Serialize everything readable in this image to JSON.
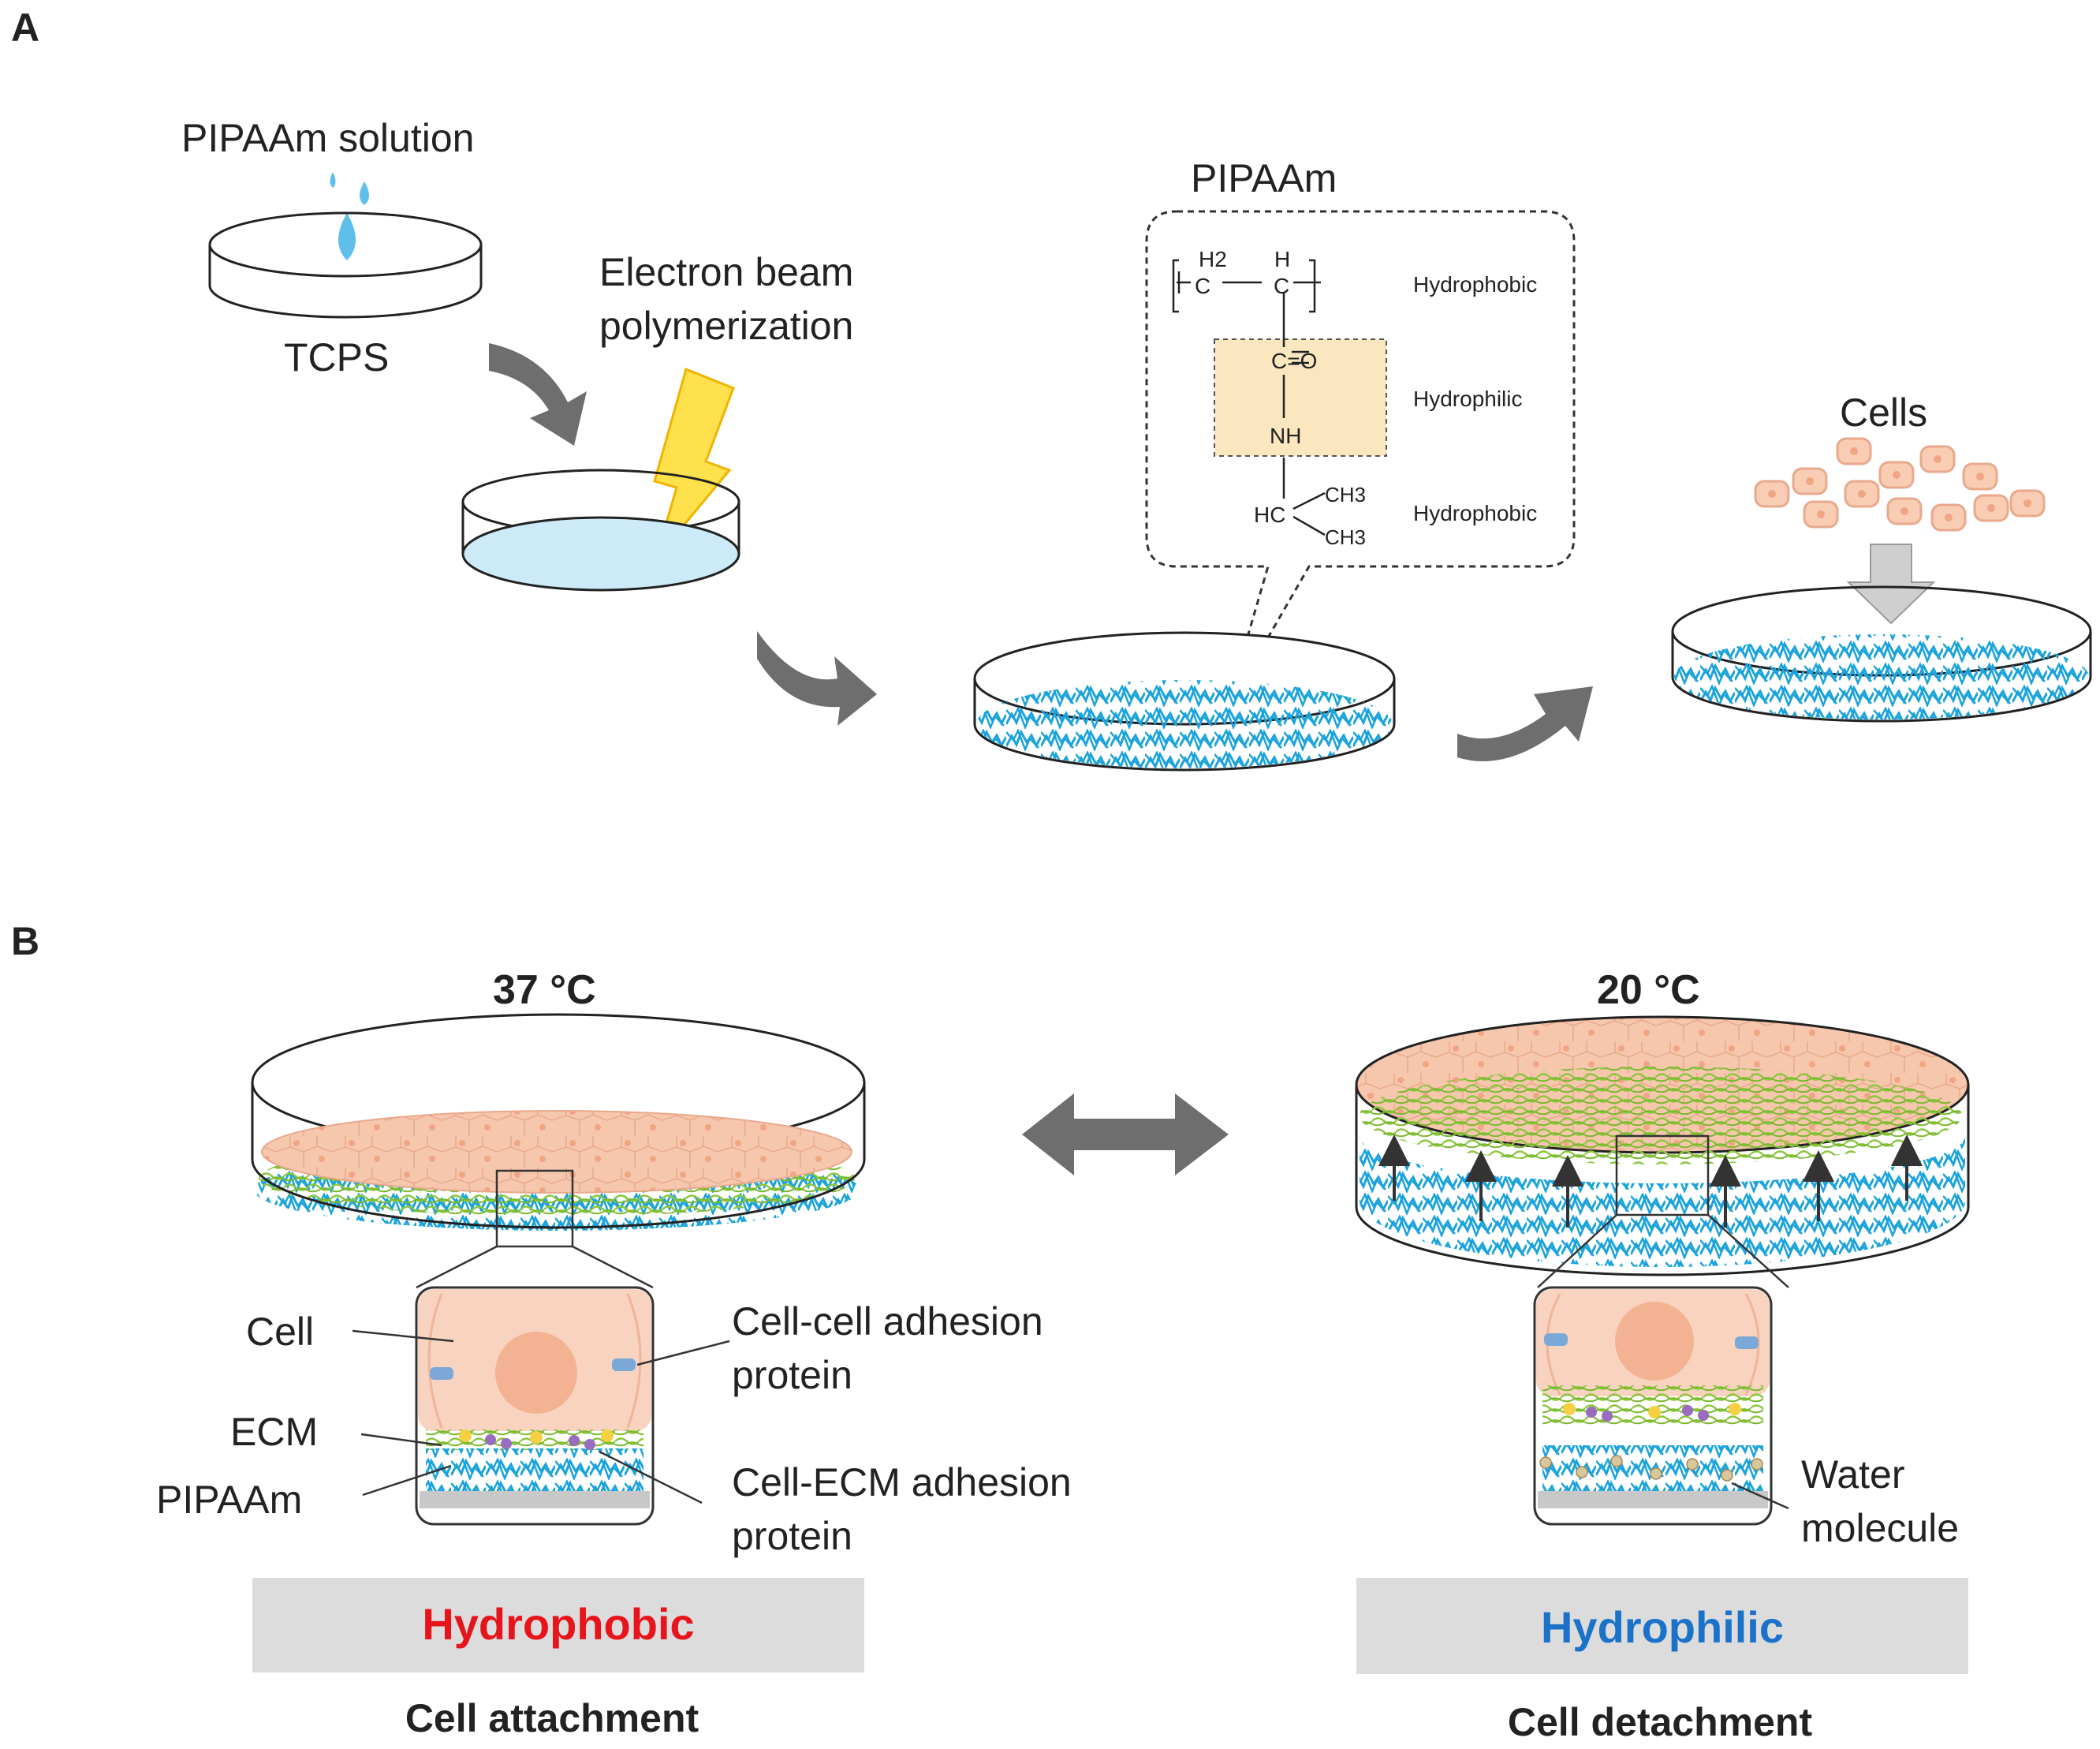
{
  "panel_a": {
    "letter": "A",
    "pipaam_solution": "PIPAAm solution",
    "tcps": "TCPS",
    "electron_beam_line1": "Electron beam",
    "electron_beam_line2": "polymerization",
    "pipaam_title": "PIPAAm",
    "cells": "Cells",
    "chem": {
      "h2": "H2",
      "h": "H",
      "c": "C",
      "co": "C=O",
      "nh": "NH",
      "hc": "HC",
      "ch3": "CH3"
    },
    "props": [
      "Hydrophobic",
      "Hydrophilic",
      "Hydrophobic"
    ]
  },
  "panel_b": {
    "letter": "B",
    "left": {
      "temp": "37 °C",
      "property": "Hydrophobic",
      "outcome": "Cell attachment",
      "labels": {
        "cell": "Cell",
        "ecm": "ECM",
        "pipaam": "PIPAAm",
        "cc_line1": "Cell-cell adhesion",
        "cc_line2": "protein",
        "ce_line1": "Cell-ECM adhesion",
        "ce_line2": "protein"
      }
    },
    "right": {
      "temp": "20 °C",
      "property": "Hydrophilic",
      "outcome": "Cell detachment",
      "water_line1": "Water",
      "water_line2": "molecule"
    }
  },
  "colors": {
    "hydrophobic": "#e8141b",
    "hydrophilic": "#1a73c9",
    "polymer": "#1ba3dc",
    "ecm": "#8cc63f",
    "cell": "#f6c7ad",
    "arrow": "#6e6e6e",
    "box": "#dcdcdc"
  }
}
